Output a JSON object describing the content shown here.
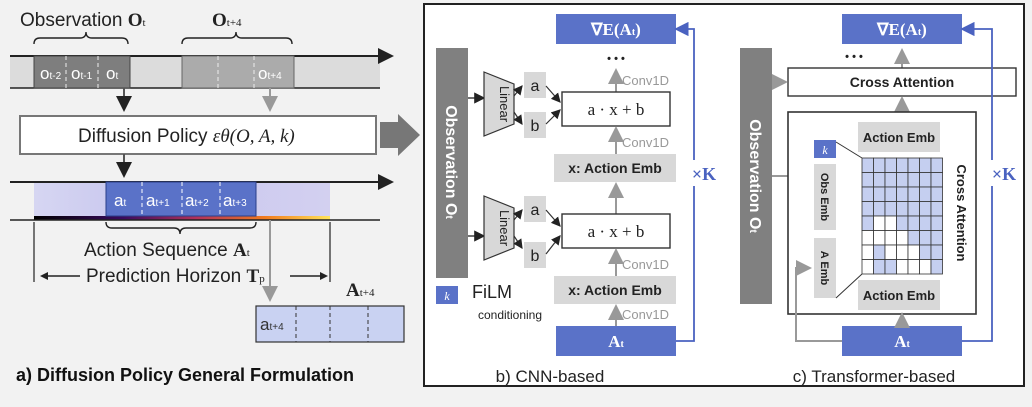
{
  "panel_a": {
    "observation_label": "Observation ",
    "observation_symbol": "O",
    "observation_sub": "t",
    "future_obs_symbol": "O",
    "future_obs_sub": "t+4",
    "obs_cells": [
      "o",
      "o",
      "o",
      "o"
    ],
    "obs_cell_subs": [
      "t-2",
      "t-1",
      "t",
      "t+4"
    ],
    "policy_text": "Diffusion Policy ",
    "policy_formula": "εθ(O, A, k)",
    "action_cells": [
      "a",
      "a",
      "a",
      "a"
    ],
    "action_cell_subs": [
      "t",
      "t+1",
      "t+2",
      "t+3"
    ],
    "action_seq_text": "Action Sequence ",
    "action_seq_symbol": "A",
    "action_seq_sub": "t",
    "horizon_text": "Prediction Horizon ",
    "horizon_symbol": "T",
    "horizon_sub": "p",
    "exec_symbol": "A",
    "exec_sub": "t+4",
    "exec_cell": "a",
    "exec_cell_sub": "t+4",
    "caption": "a) Diffusion Policy General Formulation"
  },
  "panel_b": {
    "grad_label": "∇E(A",
    "grad_sub": "t",
    "grad_close": ")",
    "dots": "• • •",
    "obs_vertical": "Observation O",
    "obs_vertical_sub": "t",
    "linear": "Linear",
    "a": "a",
    "b": "b",
    "film_expr": "a · x + b",
    "conv1d": "Conv1D",
    "action_emb": "x: Action Emb",
    "times_k": "×K",
    "k_icon_text": "k",
    "film": "FiLM",
    "conditioning": "conditioning",
    "at_symbol": "A",
    "at_sub": "t",
    "caption": "b) CNN-based"
  },
  "panel_c": {
    "grad_label": "∇E(A",
    "grad_sub": "t",
    "grad_close": ")",
    "dots": "• • •",
    "cross_attention": "Cross Attention",
    "obs_vertical": "Observation O",
    "obs_vertical_sub": "t",
    "action_emb": "Action Emb",
    "k_label": "k",
    "obs_emb": "Obs Emb",
    "a_emb": "A Emb",
    "cross_attention_vertical": "Cross Attention",
    "times_k": "×K",
    "at_symbol": "A",
    "at_sub": "t",
    "caption": "c) Transformer-based"
  },
  "colors": {
    "dark_gray": "#808080",
    "light_gray": "#d8d8d8",
    "blue": "#5a72c8",
    "light_blue": "#c5cff0",
    "panel_bg": "#ffffff",
    "page_bg": "#f2f2f2"
  }
}
